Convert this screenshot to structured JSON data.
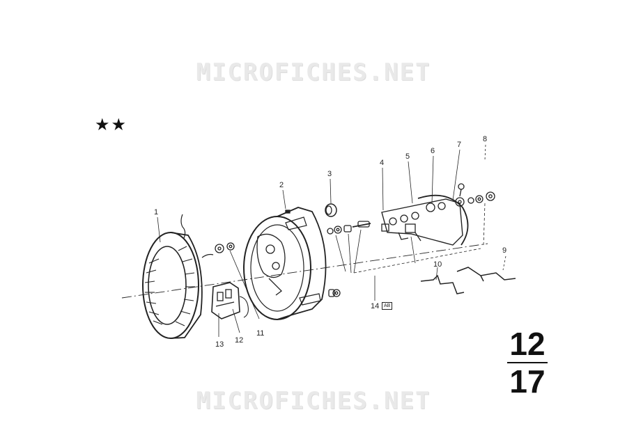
{
  "watermark": "MICROFICHES.NET",
  "stars": "★★",
  "callouts": [
    "1",
    "2",
    "3",
    "4",
    "5",
    "6",
    "7",
    "8",
    "9",
    "10",
    "11",
    "12",
    "13",
    "14"
  ],
  "callout_14_badge": "AB",
  "page_number": {
    "top": "12",
    "bottom": "17"
  }
}
